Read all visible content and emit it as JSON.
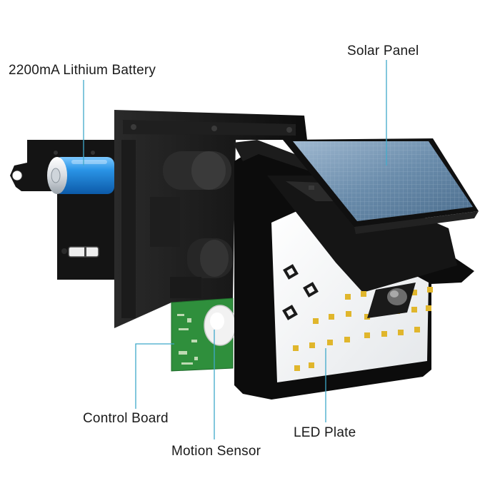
{
  "callouts": {
    "battery": "2200mA Lithium Battery",
    "solar_panel": "Solar Panel",
    "control_board": "Control Board",
    "motion_sensor": "Motion Sensor",
    "led_plate": "LED Plate"
  },
  "colors": {
    "leader_line": "#3fa9c9",
    "battery_blue": "#1e88d8",
    "housing_black": "#111111",
    "board_green": "#2e8b3a",
    "panel_blue": "#5f86a8"
  }
}
